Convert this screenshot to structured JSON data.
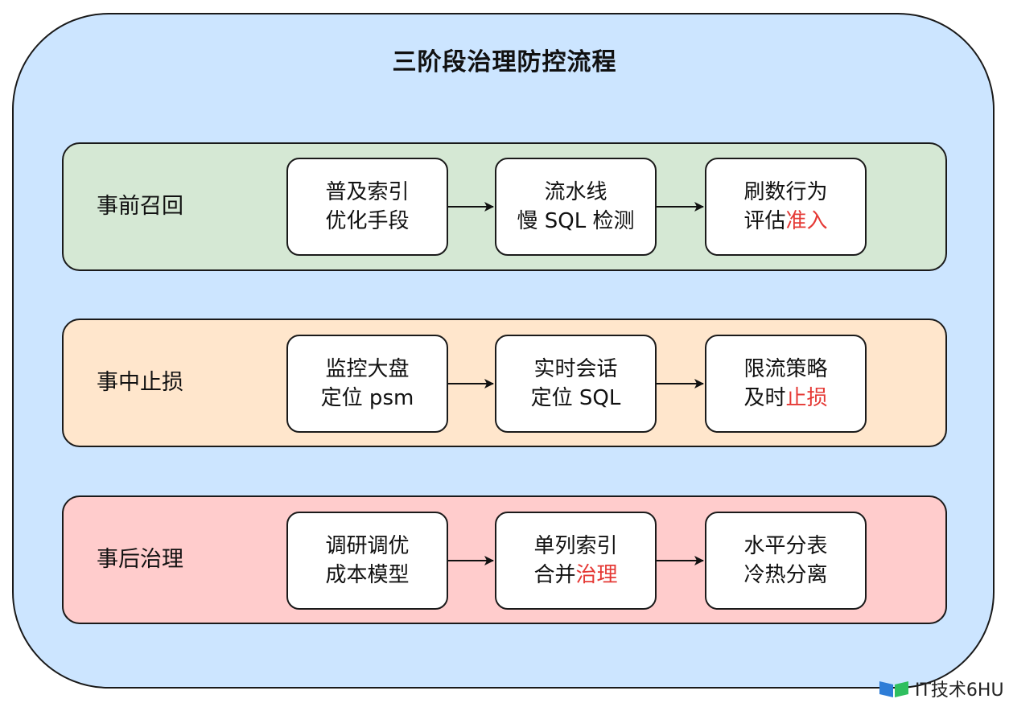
{
  "title": "三阶段治理防控流程",
  "colors": {
    "background": "#cce5ff",
    "lane_pre": "#d5e8d4",
    "lane_mid": "#ffe6cc",
    "lane_post": "#ffcccc",
    "box": "#ffffff",
    "highlight": "#e53935",
    "stroke": "#1a1a1a"
  },
  "lanes": [
    {
      "label": "事前召回",
      "steps": [
        {
          "line1": "普及索引",
          "line2": "优化手段",
          "line2_highlight": ""
        },
        {
          "line1": "流水线",
          "line2": "慢 SQL 检测",
          "line2_highlight": ""
        },
        {
          "line1": "刷数行为",
          "line2": "评估",
          "line2_highlight": "准入"
        }
      ]
    },
    {
      "label": "事中止损",
      "steps": [
        {
          "line1": "监控大盘",
          "line2": "定位 psm",
          "line2_highlight": ""
        },
        {
          "line1": "实时会话",
          "line2": "定位 SQL",
          "line2_highlight": ""
        },
        {
          "line1": "限流策略",
          "line2": "及时",
          "line2_highlight": "止损"
        }
      ]
    },
    {
      "label": "事后治理",
      "steps": [
        {
          "line1": "调研调优",
          "line2": "成本模型",
          "line2_highlight": ""
        },
        {
          "line1": "单列索引",
          "line2": "合并",
          "line2_highlight": "治理"
        },
        {
          "line1": "水平分表",
          "line2": "冷热分离",
          "line2_highlight": ""
        }
      ]
    }
  ],
  "brand": {
    "icon": "book-logo-icon",
    "text": "IT技术6HU"
  }
}
